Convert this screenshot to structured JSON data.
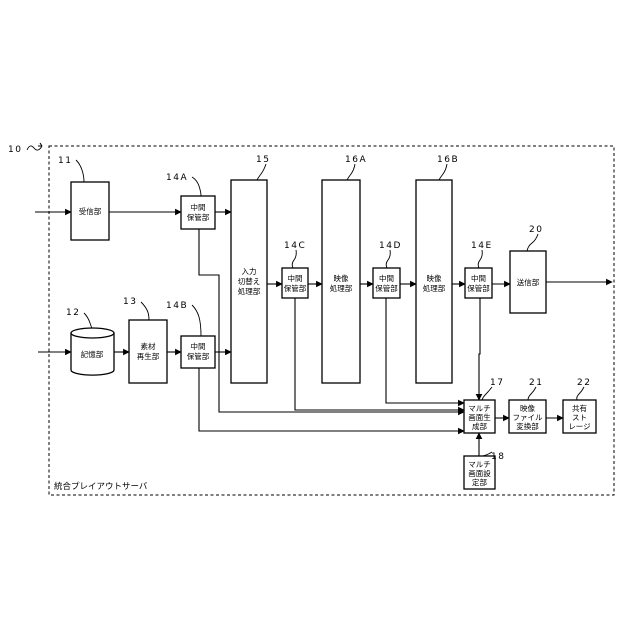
{
  "system": {
    "ref": "10",
    "label": "統合プレイアウトサーバ"
  },
  "blocks": [
    {
      "id": "11",
      "lines": [
        "受信部"
      ]
    },
    {
      "id": "12",
      "lines": [
        "記憶部"
      ]
    },
    {
      "id": "13",
      "lines": [
        "素材",
        "再生部"
      ]
    },
    {
      "id": "14A",
      "lines": [
        "中間",
        "保管部"
      ]
    },
    {
      "id": "14B",
      "lines": [
        "中間",
        "保管部"
      ]
    },
    {
      "id": "15",
      "lines": [
        "入力",
        "切替え",
        "処理部"
      ]
    },
    {
      "id": "14C",
      "lines": [
        "中間",
        "保管部"
      ]
    },
    {
      "id": "16A",
      "lines": [
        "映像",
        "処理部"
      ]
    },
    {
      "id": "14D",
      "lines": [
        "中間",
        "保管部"
      ]
    },
    {
      "id": "16B",
      "lines": [
        "映像",
        "処理部"
      ]
    },
    {
      "id": "14E",
      "lines": [
        "中間",
        "保管部"
      ]
    },
    {
      "id": "20",
      "lines": [
        "送信部"
      ]
    },
    {
      "id": "17",
      "lines": [
        "マルチ",
        "画面生",
        "成部"
      ]
    },
    {
      "id": "18",
      "lines": [
        "マルチ",
        "画面設",
        "定部"
      ]
    },
    {
      "id": "21",
      "lines": [
        "映像",
        "ファイル",
        "変換部"
      ]
    },
    {
      "id": "22",
      "lines": [
        "共有",
        "スト",
        "レージ"
      ]
    }
  ],
  "refs": {
    "r11": "11",
    "r12": "12",
    "r13": "13",
    "r14A": "14A",
    "r14B": "14B",
    "r15": "15",
    "r14C": "14C",
    "r16A": "16A",
    "r14D": "14D",
    "r16B": "16B",
    "r14E": "14E",
    "r20": "20",
    "r17": "17",
    "r18": "18",
    "r21": "21",
    "r22": "22"
  }
}
